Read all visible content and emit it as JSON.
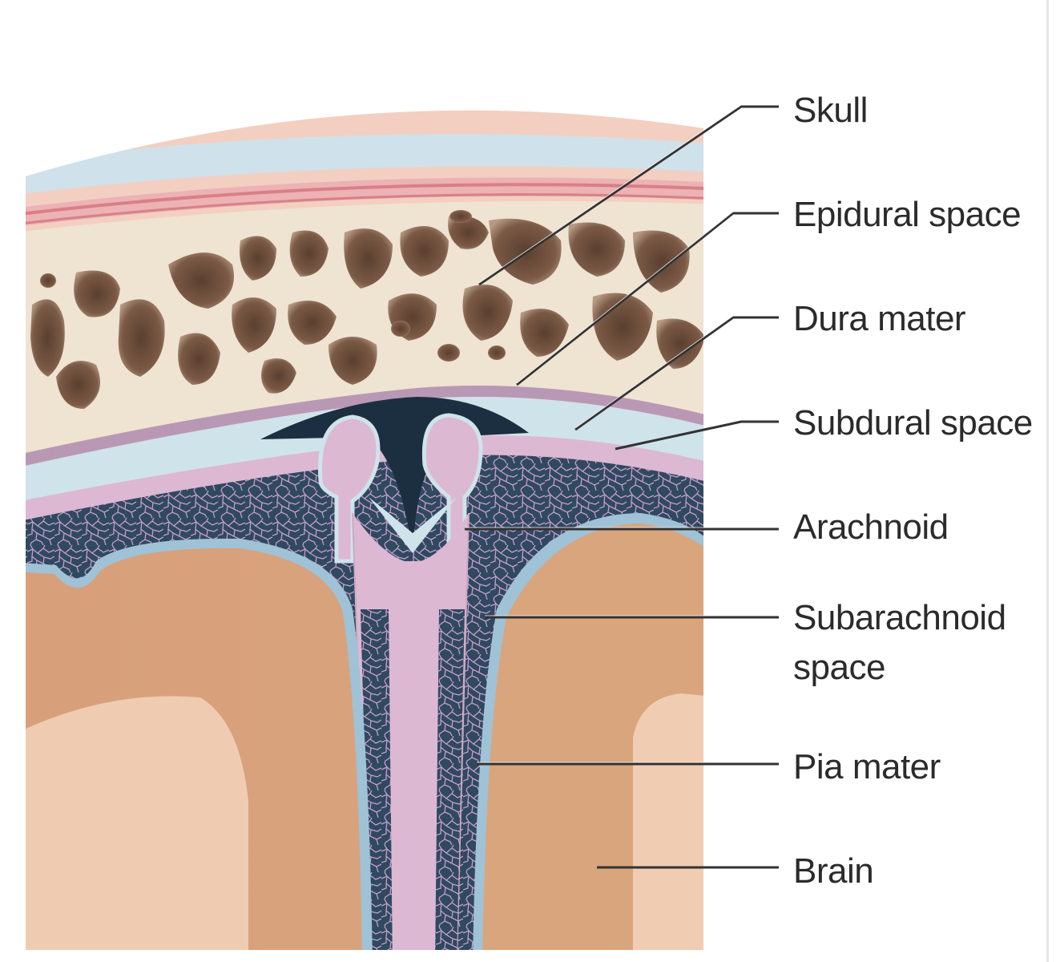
{
  "diagram": {
    "labels": [
      {
        "id": "skull",
        "text": "Skull"
      },
      {
        "id": "epidural-space",
        "text": "Epidural space"
      },
      {
        "id": "dura-mater",
        "text": "Dura mater"
      },
      {
        "id": "subdural-space",
        "text": "Subdural space"
      },
      {
        "id": "arachnoid",
        "text": "Arachnoid"
      },
      {
        "id": "subarachnoid-space-line1",
        "text": "Subarachnoid"
      },
      {
        "id": "subarachnoid-space-line2",
        "text": "space"
      },
      {
        "id": "pia-mater",
        "text": "Pia mater"
      },
      {
        "id": "brain",
        "text": "Brain"
      }
    ],
    "colors": {
      "scalp": "#f1c7ba",
      "periosteum_blue": "#c9dde6",
      "outer_red_line": "#d97f88",
      "bone": "#efe3d2",
      "marrow": "#6f5240",
      "dura": "#b998b6",
      "subdural_blue": "#cfe3ea",
      "subarachnoid_dark": "#2f4a5f",
      "arachnoid_web": "#c89bcc",
      "falx_pink": "#dcb8d3",
      "pia_blue": "#9fc2d6",
      "brain": "#d9a57d",
      "brain_light": "#f3d3bb",
      "sinus_dark": "#1c2f40",
      "leader_line": "#333333"
    }
  }
}
